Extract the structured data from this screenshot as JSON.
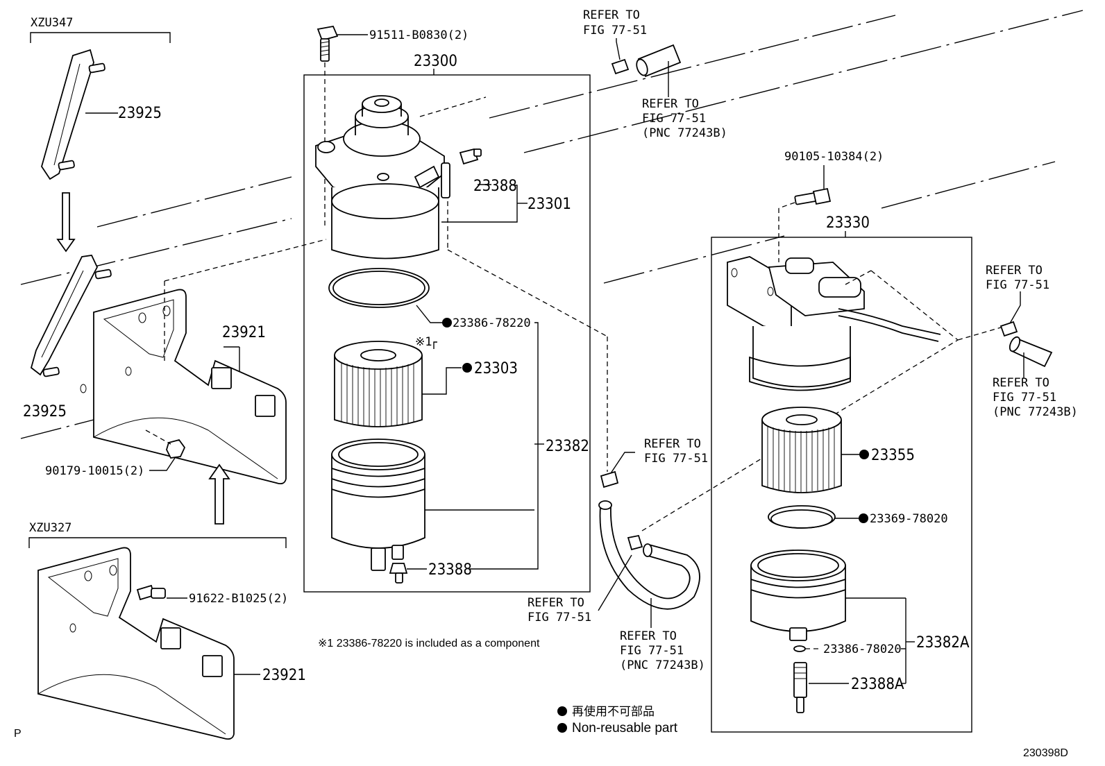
{
  "labels": {
    "xzu347": "XZU347",
    "xzu327": "XZU327",
    "p23925_top": "23925",
    "p23925_bot": "23925",
    "p23921_top": "23921",
    "p23921_bot": "23921",
    "p90179": "90179-10015(2)",
    "p91622": "91622-B1025(2)",
    "p91511": "91511-B0830(2)",
    "p23300": "23300",
    "p23388_top": "23388",
    "p23301": "23301",
    "p23386_78220": "23386-78220",
    "note_mark": "※1",
    "p23303": "23303",
    "p23382": "23382",
    "p23388_bot": "23388",
    "refer_a1": "REFER TO",
    "refer_a2": "FIG 77-51",
    "refer_b1": "REFER TO",
    "refer_b2": "FIG 77-51",
    "refer_b3": "(PNC 77243B)",
    "refer_c1": "REFER TO",
    "refer_c2": "FIG 77-51",
    "refer_d1": "REFER TO",
    "refer_d2": "FIG 77-51",
    "refer_e1": "REFER TO",
    "refer_e2": "FIG 77-51",
    "refer_e3": "(PNC 77243B)",
    "refer_f1": "REFER TO",
    "refer_f2": "FIG 77-51",
    "refer_g1": "REFER TO",
    "refer_g2": "FIG 77-51",
    "refer_g3": "(PNC 77243B)",
    "p90105": "90105-10384(2)",
    "p23330": "23330",
    "p23355": "23355",
    "p23369": "23369-78020",
    "p23386_78020": "23386-78020",
    "p23382A": "23382A",
    "p23388A": "23388A",
    "footnote": "※1 23386-78220 is included as a component",
    "legend_jp": "再使用不可部品",
    "legend_en": "Non-reusable part",
    "corner_p": "P",
    "figure_id": "230398D"
  }
}
